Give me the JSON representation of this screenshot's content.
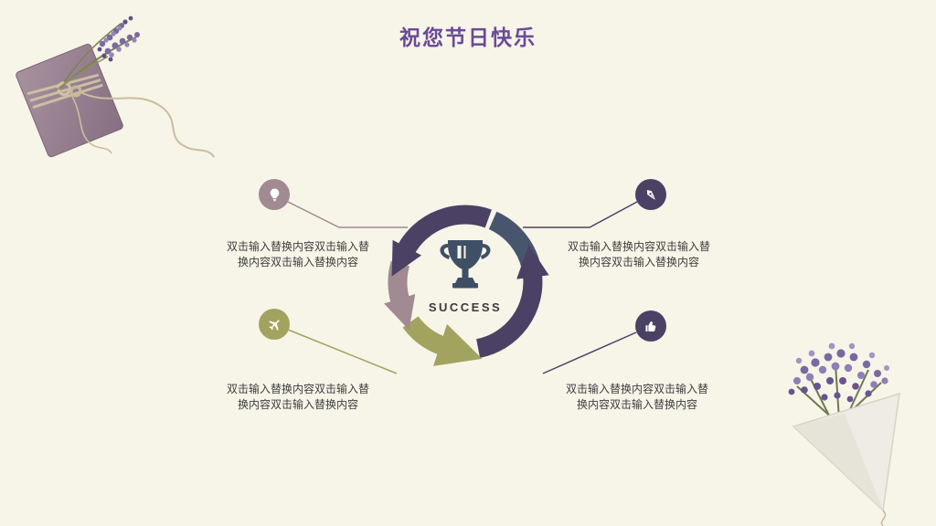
{
  "slide": {
    "title": "祝您节日快乐",
    "background_color": "#f7f4e8",
    "title_color": "#6a4b97"
  },
  "diagram": {
    "center_label": "SUCCESS",
    "trophy_color": "#3f5066",
    "ring_colors": {
      "purple": "#4b4164",
      "mauve": "#a18a91",
      "olive": "#a2a35e",
      "slate": "#47566c"
    },
    "items": [
      {
        "position": "top-left",
        "icon": "lightbulb-icon",
        "color": "#a18a91",
        "text": "双击输入替换内容双击输入替换内容双击输入替换内容"
      },
      {
        "position": "top-right",
        "icon": "pen-nib-icon",
        "color": "#4b4164",
        "text": "双击输入替换内容双击输入替换内容双击输入替换内容"
      },
      {
        "position": "bottom-left",
        "icon": "plane-icon",
        "color": "#a2a35e",
        "text": "双击输入替换内容双击输入替换内容双击输入替换内容"
      },
      {
        "position": "bottom-right",
        "icon": "thumbs-up-icon",
        "color": "#4b4164",
        "text": "双击输入替换内容双击输入替换内容双击输入替换内容"
      }
    ],
    "decorations": [
      "lavender-gift-tag",
      "lavender-bouquet"
    ]
  }
}
